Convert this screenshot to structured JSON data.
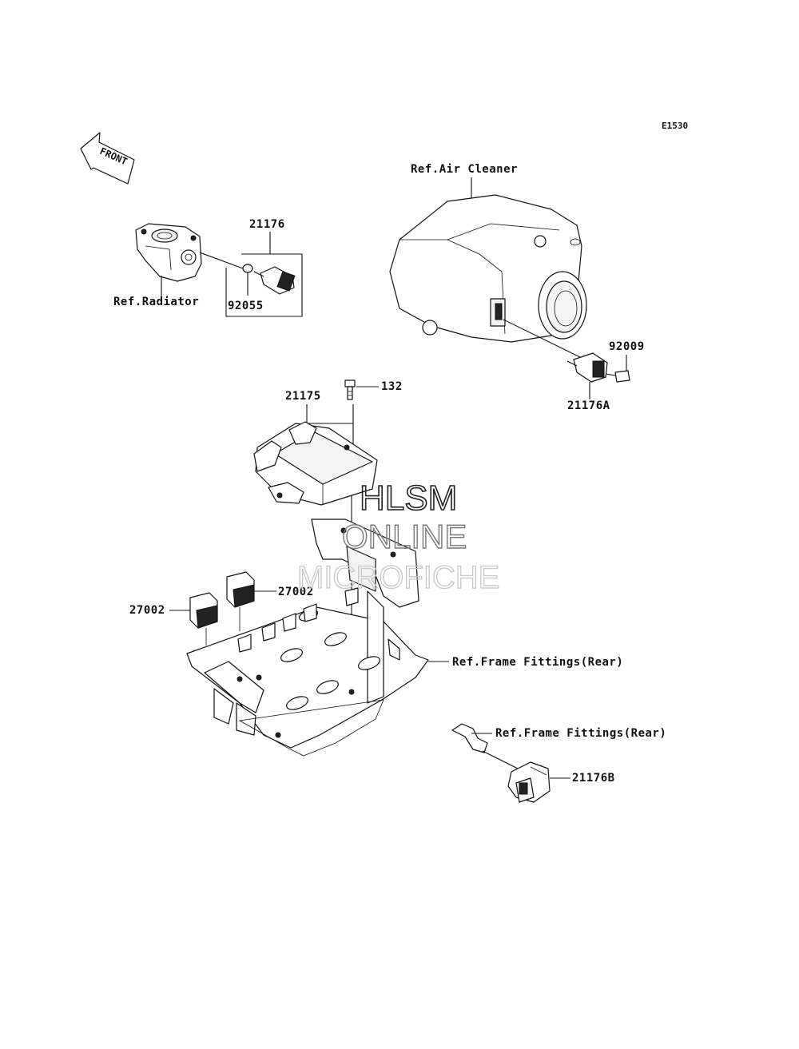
{
  "diagram_code": "E1530",
  "front_label": "FRONT",
  "parts": {
    "p21176": "21176",
    "p92055": "92055",
    "p92009": "92009",
    "p21176A": "21176A",
    "p132": "132",
    "p21175": "21175",
    "p27002_upper": "27002",
    "p27002_lower": "27002",
    "p21176B": "21176B"
  },
  "references": {
    "radiator": "Ref.Radiator",
    "air_cleaner": "Ref.Air Cleaner",
    "frame_fittings_1": "Ref.Frame Fittings(Rear)",
    "frame_fittings_2": "Ref.Frame Fittings(Rear)"
  },
  "watermark": {
    "line1": "HLSM",
    "line2": "ONLINE",
    "line3": "MICROFICHE"
  }
}
